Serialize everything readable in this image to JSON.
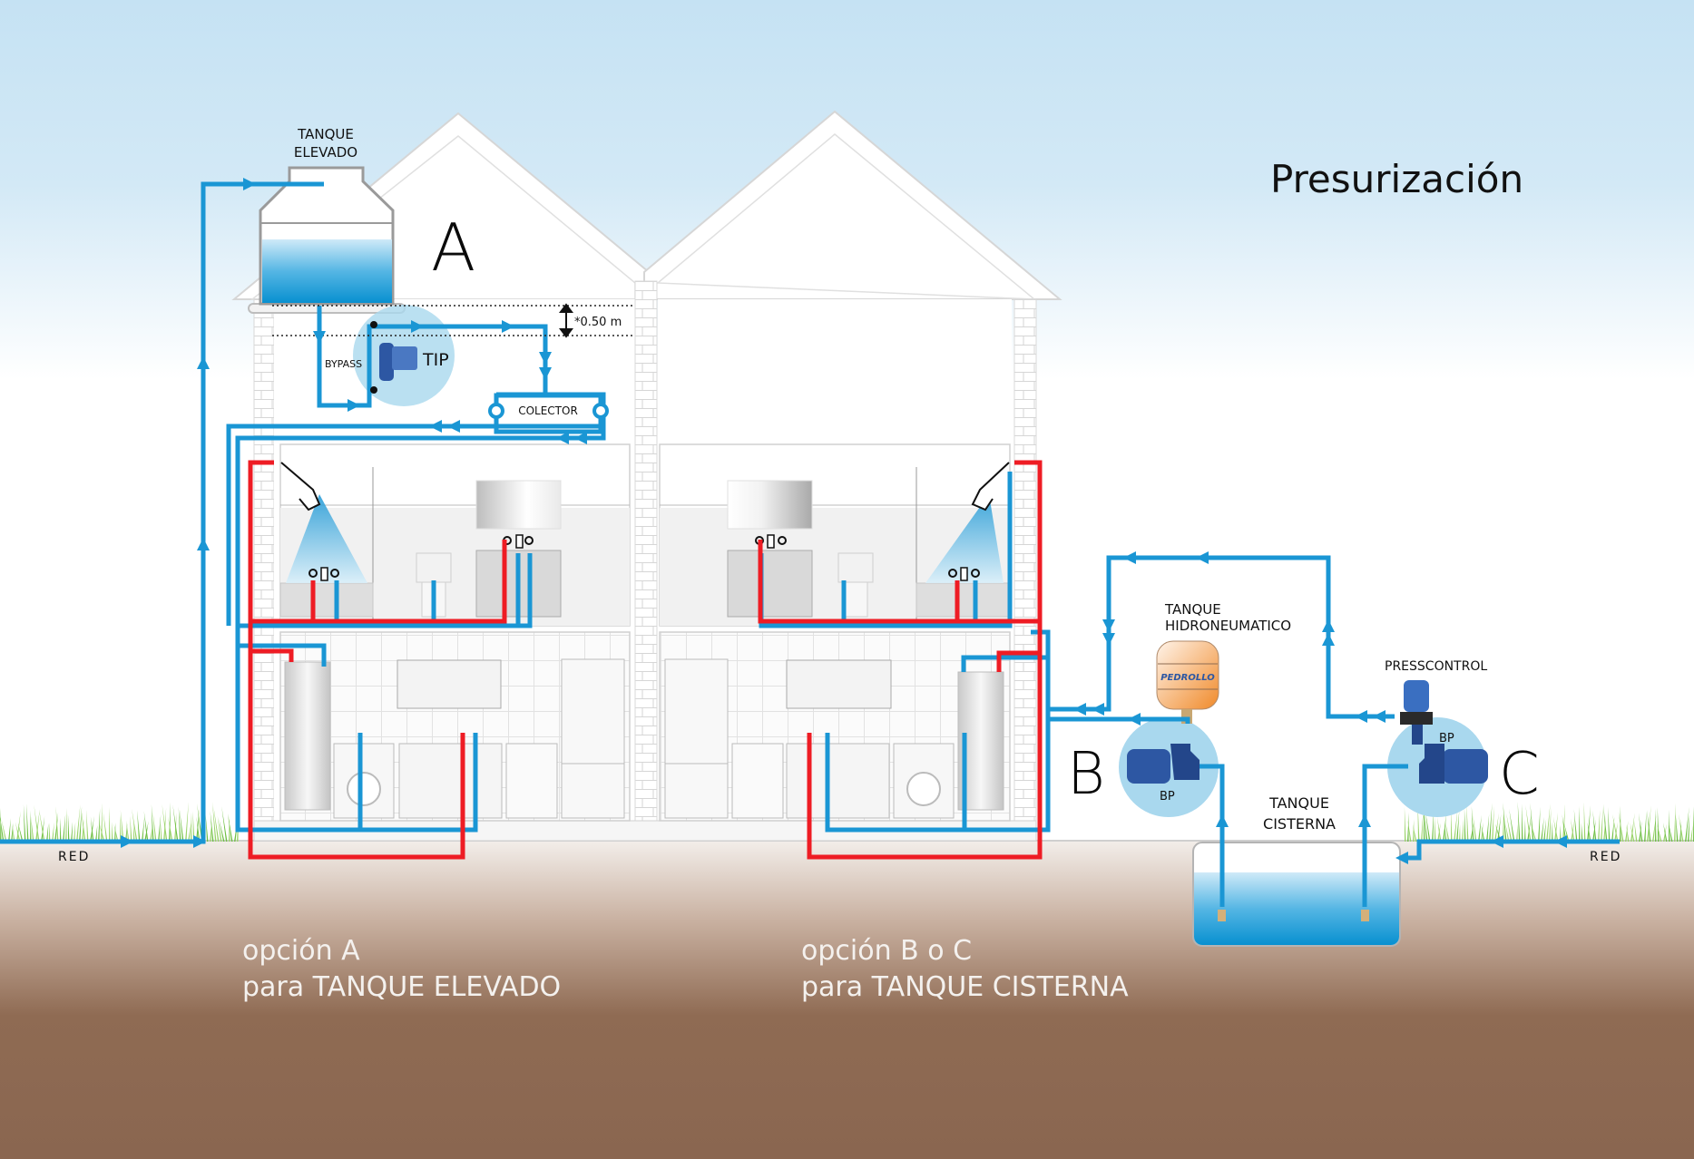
{
  "title": "Presurización",
  "option_letters": {
    "a": "A",
    "b": "B",
    "c": "C"
  },
  "labels": {
    "tanque_elevado": [
      "TANQUE",
      "ELEVADO"
    ],
    "bypass": "BYPASS",
    "tip": "TIP",
    "colector": "COLECTOR",
    "height_note": "*0.50 m",
    "tanque_hidroneumatico": [
      "TANQUE",
      "HIDRONEUMATICO"
    ],
    "presscontrol": "PRESSCONTROL",
    "bp_b": "BP",
    "bp_c": "BP",
    "tanque_cisterna": [
      "TANQUE",
      "CISTERNA"
    ],
    "red_left": "RED",
    "red_right": "RED",
    "brand": "PEDROLLO"
  },
  "captions": {
    "option_a": [
      "opción A",
      "para TANQUE ELEVADO"
    ],
    "option_bc": [
      "opción B o C",
      "para TANQUE CISTERNA"
    ]
  },
  "colors": {
    "cold_pipe": "#1a96d4",
    "hot_pipe": "#ee1c24",
    "sky_top": "#c5e2f3",
    "soil": "#8c6a53",
    "pump_halo": "#a9d8ee",
    "pump_body": "#2d57a3",
    "hydro_tank": "#f59a4a"
  }
}
